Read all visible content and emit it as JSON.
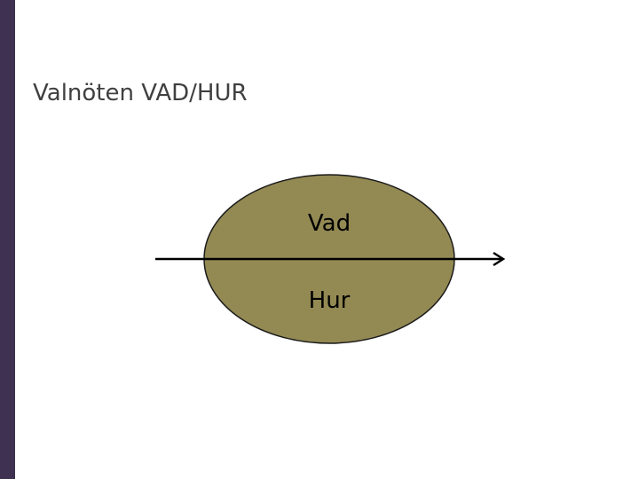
{
  "slide": {
    "title": "Valnöten VAD/HUR",
    "accent_bar_color": "#3f3151"
  },
  "diagram": {
    "ellipse_fill": "#938953",
    "top_label": "Vad",
    "bottom_label": "Hur",
    "arrow_direction": "right"
  }
}
